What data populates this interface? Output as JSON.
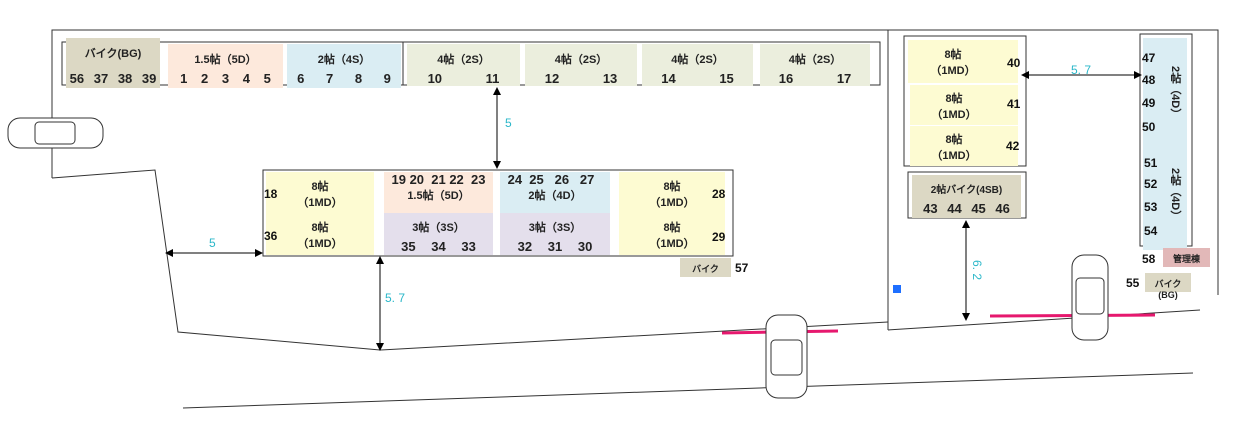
{
  "top_row": {
    "bike_bg": {
      "label": "バイク(BG)",
      "nums": [
        "56",
        "37",
        "38",
        "39"
      ]
    },
    "d15_5d": {
      "label": "1.5帖（5D）",
      "nums": [
        "1",
        "2",
        "3",
        "4",
        "5"
      ]
    },
    "d2_4s": {
      "label": "2帖（4S）",
      "nums": [
        "6",
        "7",
        "8",
        "9"
      ]
    },
    "d4_a": {
      "label": "4帖（2S）",
      "nums": [
        "10",
        "11"
      ]
    },
    "d4_b": {
      "label": "4帖（2S）",
      "nums": [
        "12",
        "13"
      ]
    },
    "d4_c": {
      "label": "4帖（2S）",
      "nums": [
        "14",
        "15"
      ]
    },
    "d4_d": {
      "label": "4帖（2S）",
      "nums": [
        "16",
        "17"
      ]
    }
  },
  "middle": {
    "u18": {
      "label": "8帖",
      "sub": "（1MD）",
      "num": "18"
    },
    "u36": {
      "label": "8帖",
      "sub": "（1MD）",
      "num": "36"
    },
    "d15": {
      "label": "1.5帖（5D）",
      "nums": "19 20  21 22  23"
    },
    "d2": {
      "label": "2帖（4D）",
      "nums": "24  25   26   27"
    },
    "s3a": {
      "label": "3帖（3S）",
      "nums": [
        "35",
        "34",
        "33"
      ]
    },
    "s3b": {
      "label": "3帖（3S）",
      "nums": [
        "32",
        "31",
        "30"
      ]
    },
    "u28": {
      "label": "8帖",
      "sub": "（1MD）",
      "num": "28"
    },
    "u29": {
      "label": "8帖",
      "sub": "（1MD）",
      "num": "29"
    },
    "bike": {
      "label": "バイク",
      "num": "57"
    }
  },
  "right": {
    "u40": {
      "label": "8帖",
      "sub": "（1MD）",
      "num": "40"
    },
    "u41": {
      "label": "8帖",
      "sub": "（1MD）",
      "num": "41"
    },
    "u42": {
      "label": "8帖",
      "sub": "（1MD）",
      "num": "42"
    },
    "bike4sb": {
      "label": "2帖バイク(4SB)",
      "nums": [
        "43",
        "44",
        "45",
        "46"
      ]
    },
    "col_a": {
      "label": "2帖（4D）",
      "nums": [
        "47",
        "48",
        "49",
        "50"
      ]
    },
    "col_b": {
      "label": "2帖（4D）",
      "nums": [
        "51",
        "52",
        "53",
        "54"
      ]
    },
    "office": {
      "label": "管理棟",
      "num": "58"
    },
    "bike_bg": {
      "label": "バイク(BG)",
      "num": "55"
    }
  },
  "dimensions": {
    "d1": "5",
    "d2": "5",
    "d3": "5. 7",
    "d4": "5. 7",
    "d5": "6. 2"
  },
  "colors": {
    "yellow": "#fdfbd2",
    "peach": "#fde9dc",
    "blue": "#daedf3",
    "green": "#ebeedd",
    "tan": "#dcd8c4",
    "lavender": "#e4dfec",
    "pink": "#e2b8b8",
    "dim": "#2ab7c9",
    "marker": "#e6186e"
  }
}
